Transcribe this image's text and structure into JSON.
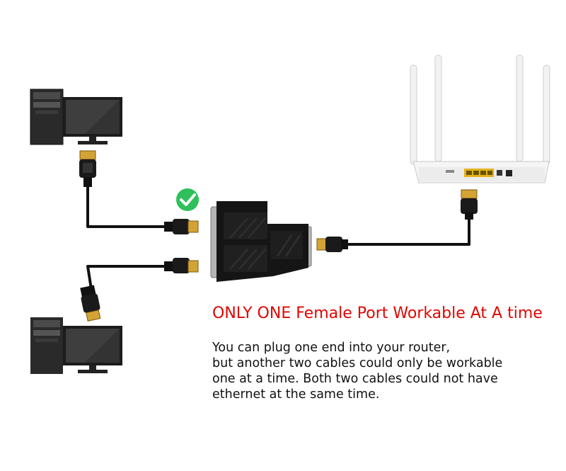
{
  "colors": {
    "headline": "#e10600",
    "body_text": "#111111",
    "check_badge": "#2ec05a",
    "cable": "#111111",
    "plug_gold": "#d4a336"
  },
  "icons": [
    "desktop-computer-icon",
    "router-icon",
    "rj45-splitter-icon",
    "checkmark-icon",
    "ethernet-plug-icon"
  ],
  "headline": "ONLY ONE Female Port Workable At A time",
  "description": [
    "You can plug one end into your router,",
    "but another two cables could only be workable",
    "one at a time. Both two cables could not have",
    "ethernet at the same time."
  ]
}
